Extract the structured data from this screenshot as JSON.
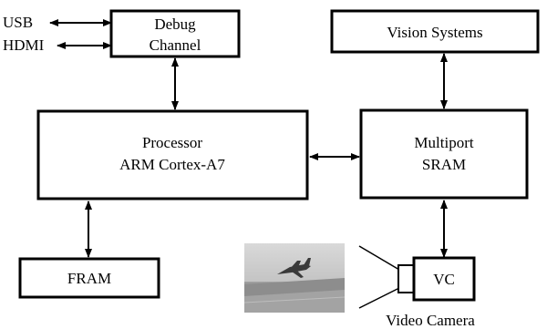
{
  "diagram": {
    "io_ports": [
      "USB",
      "HDMI"
    ],
    "debug_block": {
      "line1": "Debug",
      "line2": "Channel"
    },
    "vision_block": {
      "label": "Vision Systems"
    },
    "processor_block": {
      "line1": "Processor",
      "line2": "ARM Cortex-A7"
    },
    "sram_block": {
      "line1": "Multiport",
      "line2": "SRAM"
    },
    "fram_block": {
      "label": "FRAM"
    },
    "camera_block": {
      "label": "VC"
    },
    "camera_caption": "Video Camera",
    "colors": {
      "stroke": "#000000",
      "background": "#ffffff"
    }
  }
}
